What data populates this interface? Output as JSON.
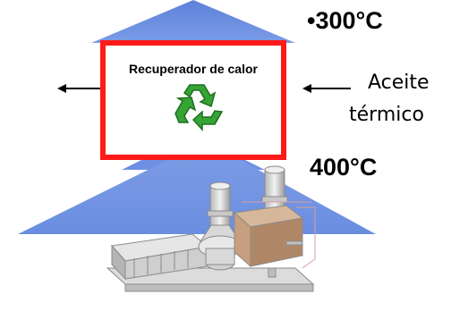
{
  "labels": {
    "temp_top": "•300°C",
    "temp_bottom": "400°C",
    "oil_line1": "Aceite",
    "oil_line2": "térmico",
    "heat_recovery": "Recuperador de calor"
  },
  "colors": {
    "cone": "#6d8ee0",
    "box_border": "#ff1a1a",
    "recycle": "#2f9a2f"
  },
  "icons": [
    "recycle-icon",
    "arrow-left-icon",
    "turbine-machinery-illustration"
  ]
}
